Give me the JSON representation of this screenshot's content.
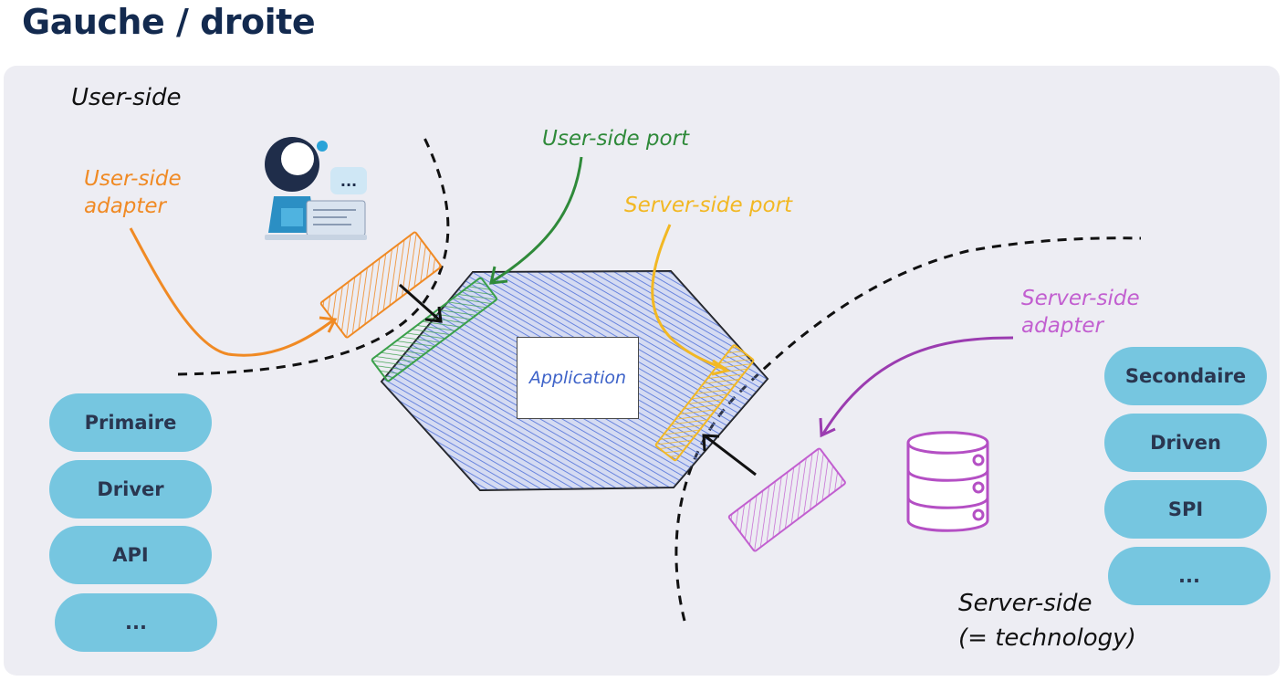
{
  "title": "Gauche / droite",
  "labels": {
    "user_side": "User-side",
    "user_side_adapter_line1": "User-side",
    "user_side_adapter_line2": "adapter",
    "user_side_port": "User-side port",
    "server_side_port": "Server-side port",
    "server_side_adapter_line1": "Server-side",
    "server_side_adapter_line2": "adapter",
    "server_side_line1": "Server-side",
    "server_side_line2": "(= technology)",
    "application": "Application",
    "chat_bubble": "..."
  },
  "left_pills": [
    "Primaire",
    "Driver",
    "API",
    "..."
  ],
  "right_pills": [
    "Secondaire",
    "Driven",
    "SPI",
    "..."
  ],
  "colors": {
    "title": "#132a4f",
    "pill": "#76c6e0",
    "user_side_adapter": "#f08a24",
    "user_side_port": "#2f8a3a",
    "server_side_port": "#f2b824",
    "server_side_adapter": "#b44fc4",
    "hexagon": "#5b79d9",
    "application_text": "#3e63c9"
  },
  "icons": [
    "user-with-laptop-icon",
    "database-icon"
  ]
}
